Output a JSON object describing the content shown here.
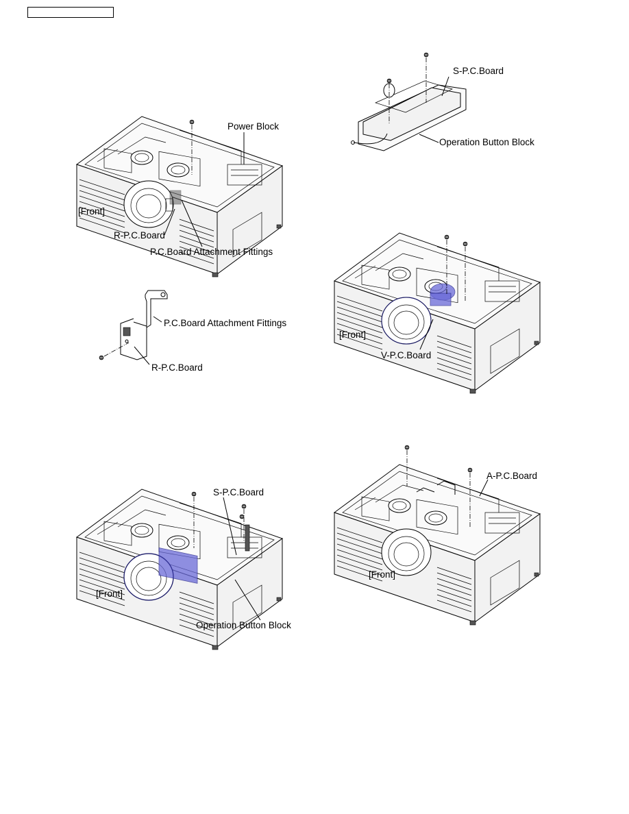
{
  "labels": {
    "power_block": "Power Block",
    "front_1": "[Front]",
    "r_pc_board_1": "R-P.C.Board",
    "pc_board_attachment_fittings_1": "P.C.Board Attachment Fittings",
    "pc_board_attachment_fittings_2": "P.C.Board Attachment Fittings",
    "r_pc_board_2": "R-P.C.Board",
    "s_pc_board_1": "S-P.C.Board",
    "front_3": "[Front]",
    "operation_button_block_1": "Operation Button Block",
    "s_pc_board_2": "S-P.C.Board",
    "operation_button_block_2": "Operation Button Block",
    "front_2": "[Front]",
    "v_pc_board": "V-P.C.Board",
    "a_pc_board": "A-P.C.Board",
    "front_4": "[Front]"
  },
  "icons": {
    "screw": "screw-icon",
    "projector": "projector-chassis-icon",
    "bracket": "attachment-fitting-icon",
    "board": "circuit-board-icon"
  },
  "colors": {
    "highlight": "#6a6ad8",
    "line": "#000000"
  }
}
